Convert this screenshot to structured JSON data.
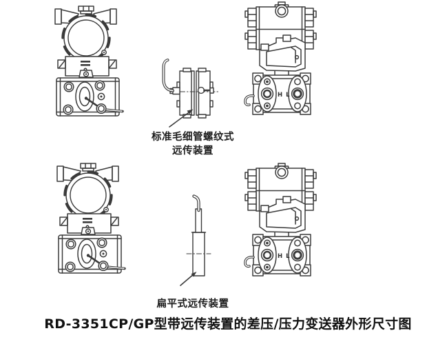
{
  "colors": {
    "background": "#ffffff",
    "line": "#3a3a3a",
    "text": "#161616"
  },
  "diagram": {
    "caption": "RD-3351CP/GP型带远传装置的差压/压力变送器外形尺寸图",
    "capillary_device": {
      "label_line1": "标准毛细管螺纹式",
      "label_line2": "远传装置"
    },
    "flat_device": {
      "label": "扁平式远传装置"
    },
    "side_view_top": {
      "port_marking": "H L"
    },
    "side_view_bottom": {
      "port_marking": "H L"
    }
  }
}
